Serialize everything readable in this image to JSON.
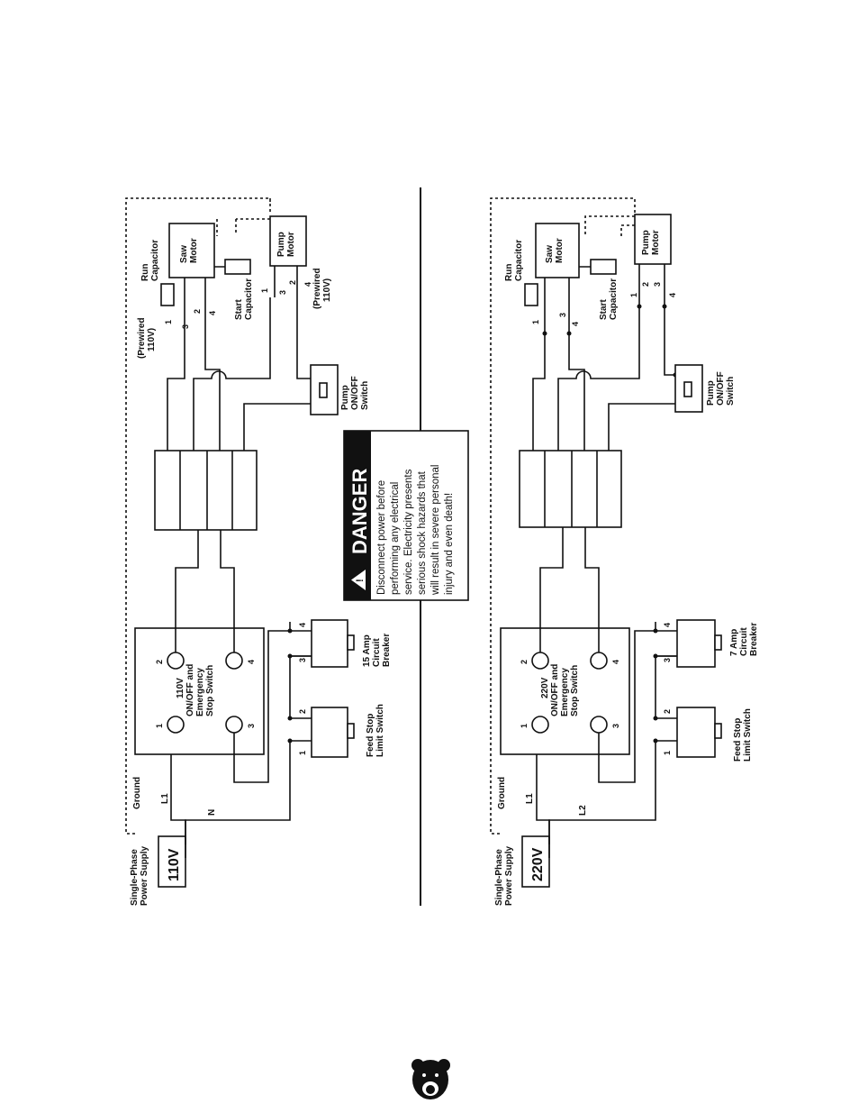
{
  "diagram_110": {
    "supply_voltage": "110V",
    "supply_label": [
      "Single-Phase",
      "Power Supply"
    ],
    "ground": "Ground",
    "line1": "L1",
    "line2": "N",
    "switch_label": [
      "110V",
      "ON/OFF and",
      "Emergency",
      "Stop Switch"
    ],
    "switch_terminals": [
      "1",
      "2",
      "3",
      "4"
    ],
    "feed_stop_label": [
      "Feed Stop",
      "Limit Switch"
    ],
    "feed_stop_terminals": [
      "1",
      "2"
    ],
    "breaker_label": [
      "15 Amp",
      "Circuit",
      "Breaker"
    ],
    "breaker_terminals": [
      "3",
      "4"
    ],
    "pump_switch_label": [
      "Pump",
      "ON/OFF",
      "Switch"
    ],
    "prewired_saw": [
      "(Prewired",
      "110V)"
    ],
    "saw_terminals": [
      "1",
      "3",
      "2",
      "4"
    ],
    "run_capacitor": [
      "Run",
      "Capacitor"
    ],
    "saw_motor": [
      "Saw",
      "Motor"
    ],
    "start_capacitor": [
      "Start",
      "Capacitor"
    ],
    "pump_motor": [
      "Pump",
      "Motor"
    ],
    "pump_terminals": [
      "1",
      "3",
      "2",
      "4"
    ],
    "prewired_pump": [
      "(Prewired",
      "110V)"
    ]
  },
  "diagram_220": {
    "supply_voltage": "220V",
    "supply_label": [
      "Single-Phase",
      "Power Supply"
    ],
    "ground": "Ground",
    "line1": "L1",
    "line2": "L2",
    "switch_label": [
      "220V",
      "ON/OFF and",
      "Emergency",
      "Stop Switch"
    ],
    "switch_terminals": [
      "1",
      "2",
      "3",
      "4"
    ],
    "feed_stop_label": [
      "Feed Stop",
      "Limit Switch"
    ],
    "feed_stop_terminals": [
      "1",
      "2"
    ],
    "breaker_label": [
      "7 Amp",
      "Circuit",
      "Breaker"
    ],
    "breaker_terminals": [
      "3",
      "4"
    ],
    "pump_switch_label": [
      "Pump",
      "ON/OFF",
      "Switch"
    ],
    "saw_terminals": [
      "1",
      "3",
      "4"
    ],
    "run_capacitor": [
      "Run",
      "Capacitor"
    ],
    "saw_motor": [
      "Saw",
      "Motor"
    ],
    "start_capacitor": [
      "Start",
      "Capacitor"
    ],
    "pump_motor": [
      "Pump",
      "Motor"
    ],
    "pump_terminals": [
      "1",
      "2",
      "3",
      "4"
    ]
  },
  "danger": {
    "title": "DANGER",
    "lines": [
      "Disconnect power before",
      "performing any electrical",
      "service. Electricity presents",
      "serious shock hazards that",
      "will result in severe personal",
      "injury and even death!"
    ]
  },
  "logo": "bear-logo-icon"
}
